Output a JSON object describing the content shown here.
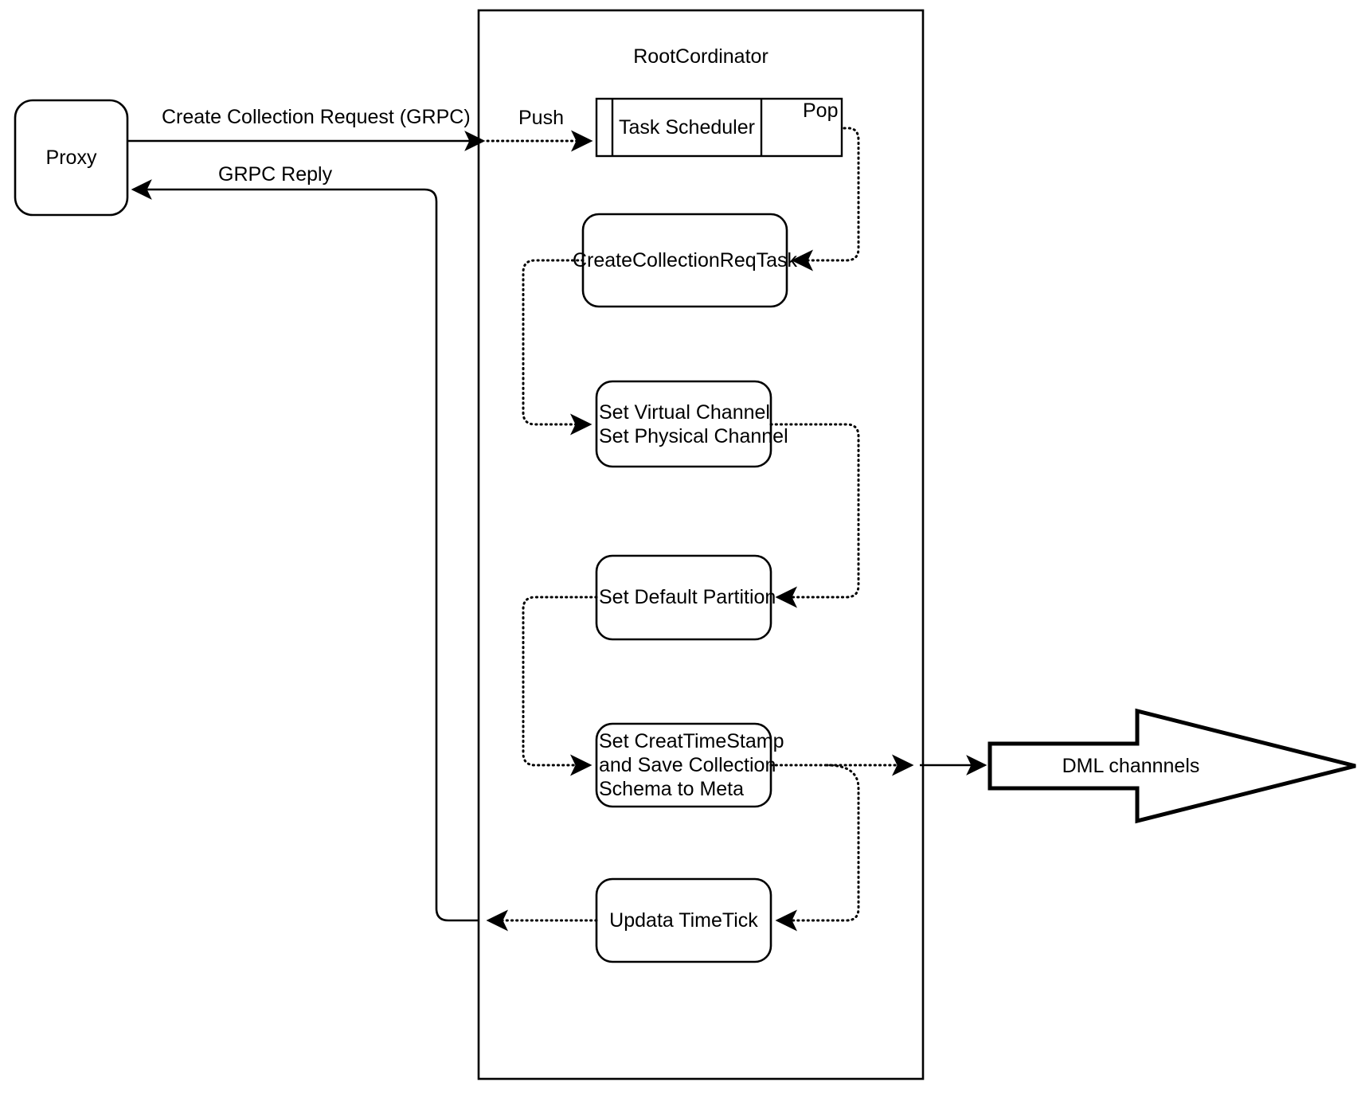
{
  "diagram": {
    "title_text": "RootCordinator",
    "style": {
      "stroke": "#000000",
      "fill": "#ffffff",
      "background": "#ffffff",
      "text": "#000000"
    },
    "container": {
      "label": "RootCordinator",
      "shape": "rectangle"
    },
    "nodes": [
      {
        "id": "proxy",
        "label": "Proxy",
        "shape": "rounded-rectangle"
      },
      {
        "id": "task-scheduler",
        "label": "Task Scheduler",
        "shape": "queue"
      },
      {
        "id": "create-collection-req-task",
        "label": "CreateCollectionReqTask",
        "shape": "rounded-rectangle"
      },
      {
        "id": "set-channels",
        "label": "Set Virtual Channel\nSet Physical Channel",
        "shape": "rounded-rectangle"
      },
      {
        "id": "set-default-partition",
        "label": "Set Default Partition",
        "shape": "rounded-rectangle"
      },
      {
        "id": "set-create-timestamp",
        "label": "Set CreatTimeStamp\nand Save Collection\nSchema to Meta",
        "shape": "rounded-rectangle"
      },
      {
        "id": "updata-timetick",
        "label": "Updata TimeTick",
        "shape": "rounded-rectangle"
      },
      {
        "id": "dml-channnels",
        "label": "DML channnels",
        "shape": "block-arrow-right"
      }
    ],
    "edges": [
      {
        "id": "create-collection-request",
        "label": "Create Collection Request (GRPC)",
        "from": "proxy",
        "to": "task-scheduler",
        "style": "solid-then-dotted"
      },
      {
        "id": "push",
        "label": "Push",
        "from": "container-boundary",
        "to": "task-scheduler",
        "style": "dotted"
      },
      {
        "id": "pop",
        "label": "Pop",
        "from": "task-scheduler",
        "to": "create-collection-req-task",
        "style": "dotted"
      },
      {
        "id": "grpc-reply",
        "label": "GRPC Reply",
        "from": "updata-timetick",
        "to": "proxy",
        "style": "solid"
      },
      {
        "id": "task-to-channels",
        "label": "",
        "from": "create-collection-req-task",
        "to": "set-channels",
        "style": "dotted"
      },
      {
        "id": "channels-to-partition",
        "label": "",
        "from": "set-channels",
        "to": "set-default-partition",
        "style": "dotted"
      },
      {
        "id": "partition-to-timestamp",
        "label": "",
        "from": "set-default-partition",
        "to": "set-create-timestamp",
        "style": "dotted"
      },
      {
        "id": "timestamp-to-dml",
        "label": "",
        "from": "set-create-timestamp",
        "to": "dml-channnels",
        "style": "dotted-then-solid"
      },
      {
        "id": "timestamp-to-timetick",
        "label": "",
        "from": "set-create-timestamp",
        "to": "updata-timetick",
        "style": "dotted"
      }
    ]
  }
}
